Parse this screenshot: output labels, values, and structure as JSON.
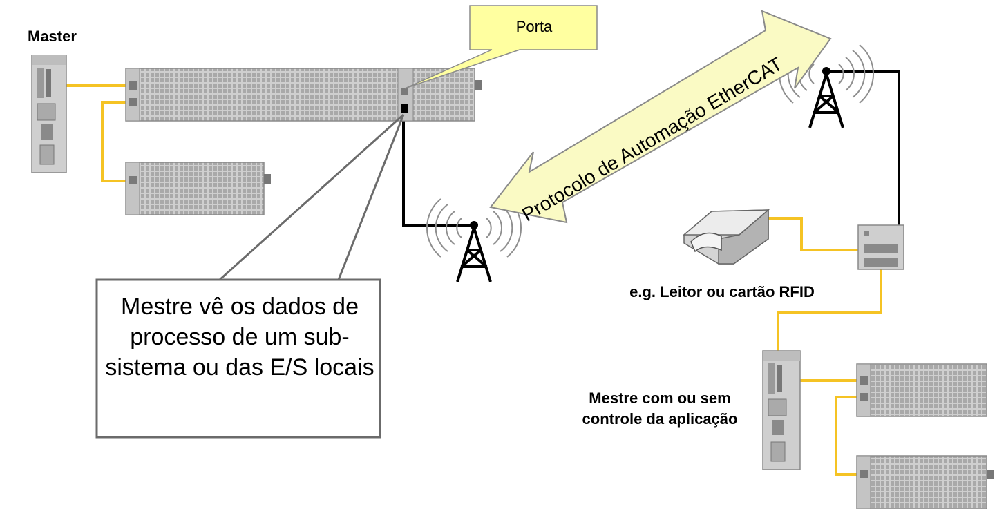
{
  "labels": {
    "master": "Master",
    "porta": "Porta",
    "protocol": "Protocolo de Automação EtherCAT",
    "callout": "Mestre vê os dados de processo de um sub-sistema ou das E/S locais",
    "rfid": "e.g. Leitor ou cartão RFID",
    "mestre_controle": "Mestre com ou sem controle da aplicação"
  },
  "colors": {
    "cable": "#f5c324",
    "link": "#000000",
    "callout_fill": "#ffffa0",
    "arrow_fill": "#fafac4",
    "device_fill": "#c9c9c9",
    "callout_border": "#6b6b6b"
  },
  "icons": [
    "controller-icon",
    "io-module-icon",
    "antenna-icon",
    "rfid-reader-icon",
    "switch-icon"
  ]
}
